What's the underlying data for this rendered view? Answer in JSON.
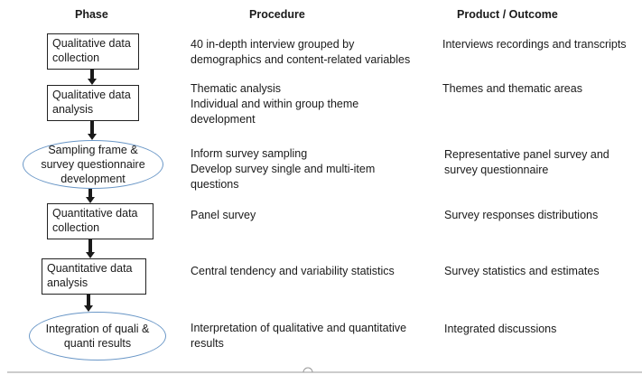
{
  "headers": {
    "phase": "Phase",
    "procedure": "Procedure",
    "outcome": "Product / Outcome"
  },
  "rows": [
    {
      "phase_lines": [
        "Qualitative data",
        "collection"
      ],
      "shape": "box",
      "procedure_lines": [
        "40 in-depth interview grouped by",
        "demographics and content-related variables"
      ],
      "outcome_lines": [
        "Interviews recordings and transcripts"
      ]
    },
    {
      "phase_lines": [
        "Qualitative data",
        "analysis"
      ],
      "shape": "box",
      "procedure_lines": [
        "Thematic analysis",
        "Individual and within group theme",
        "development"
      ],
      "outcome_lines": [
        "Themes and thematic areas"
      ]
    },
    {
      "phase_lines": [
        "Sampling frame &",
        "survey questionnaire",
        "development"
      ],
      "shape": "ellipse",
      "procedure_lines": [
        "Inform survey sampling",
        "Develop survey single and multi-item",
        "questions"
      ],
      "outcome_lines": [
        "Representative panel survey and",
        "survey questionnaire"
      ]
    },
    {
      "phase_lines": [
        "Quantitative data",
        "collection"
      ],
      "shape": "box",
      "procedure_lines": [
        "Panel survey"
      ],
      "outcome_lines": [
        "Survey responses distributions"
      ]
    },
    {
      "phase_lines": [
        "Quantitative data",
        "analysis"
      ],
      "shape": "box",
      "procedure_lines": [
        "Central tendency and variability statistics"
      ],
      "outcome_lines": [
        "Survey statistics and estimates"
      ]
    },
    {
      "phase_lines": [
        "Integration of quali &",
        "quanti results"
      ],
      "shape": "ellipse",
      "procedure_lines": [
        "Interpretation of qualitative and quantitative",
        "results"
      ],
      "outcome_lines": [
        "Integrated discussions"
      ]
    }
  ],
  "colors": {
    "box_border": "#222222",
    "ellipse_border": "#6a97c7",
    "arrow": "#1a1a1a",
    "footer_line": "#999999"
  }
}
